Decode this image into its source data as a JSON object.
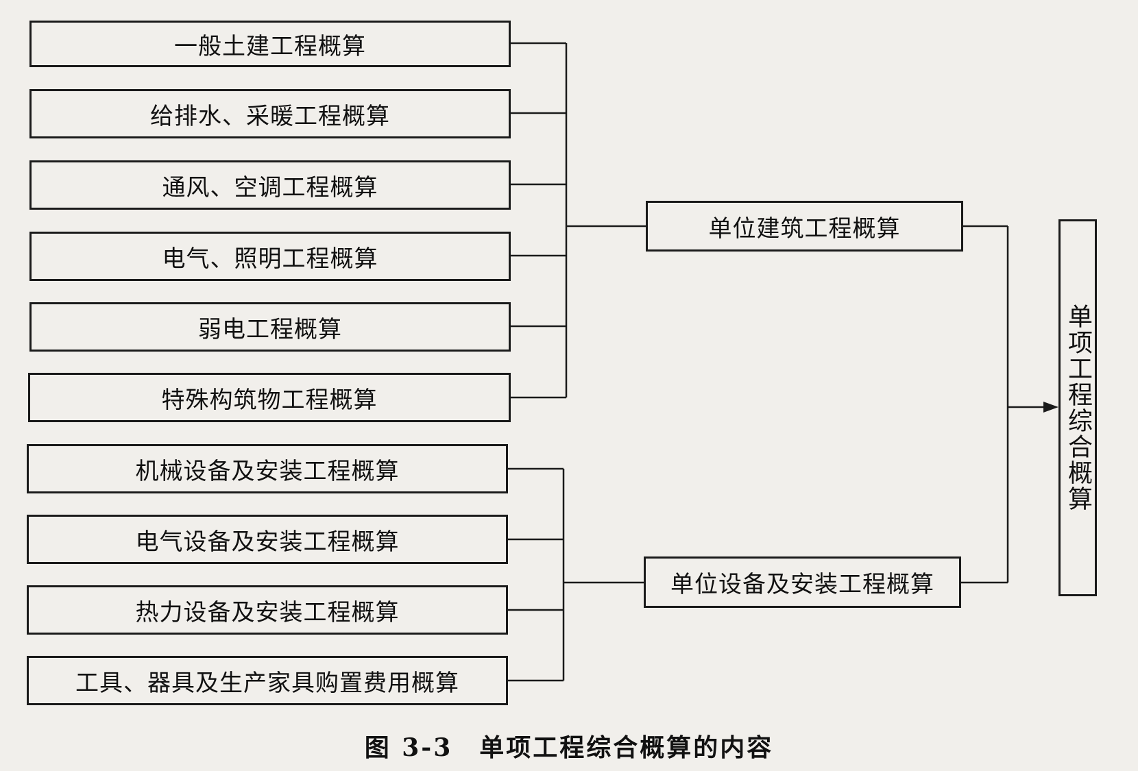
{
  "left_items": [
    "一般土建工程概算",
    "给排水、采暖工程概算",
    "通风、空调工程概算",
    "电气、照明工程概算",
    "弱电工程概算",
    "特殊构筑物工程概算",
    "机械设备及安装工程概算",
    "电气设备及安装工程概算",
    "热力设备及安装工程概算",
    "工具、器具及生产家具购置费用概算"
  ],
  "middle_items": [
    "单位建筑工程概算",
    "单位设备及安装工程概算"
  ],
  "result_label": "单项工程综合概算",
  "caption": "图 3-3　单项工程综合概算的内容"
}
